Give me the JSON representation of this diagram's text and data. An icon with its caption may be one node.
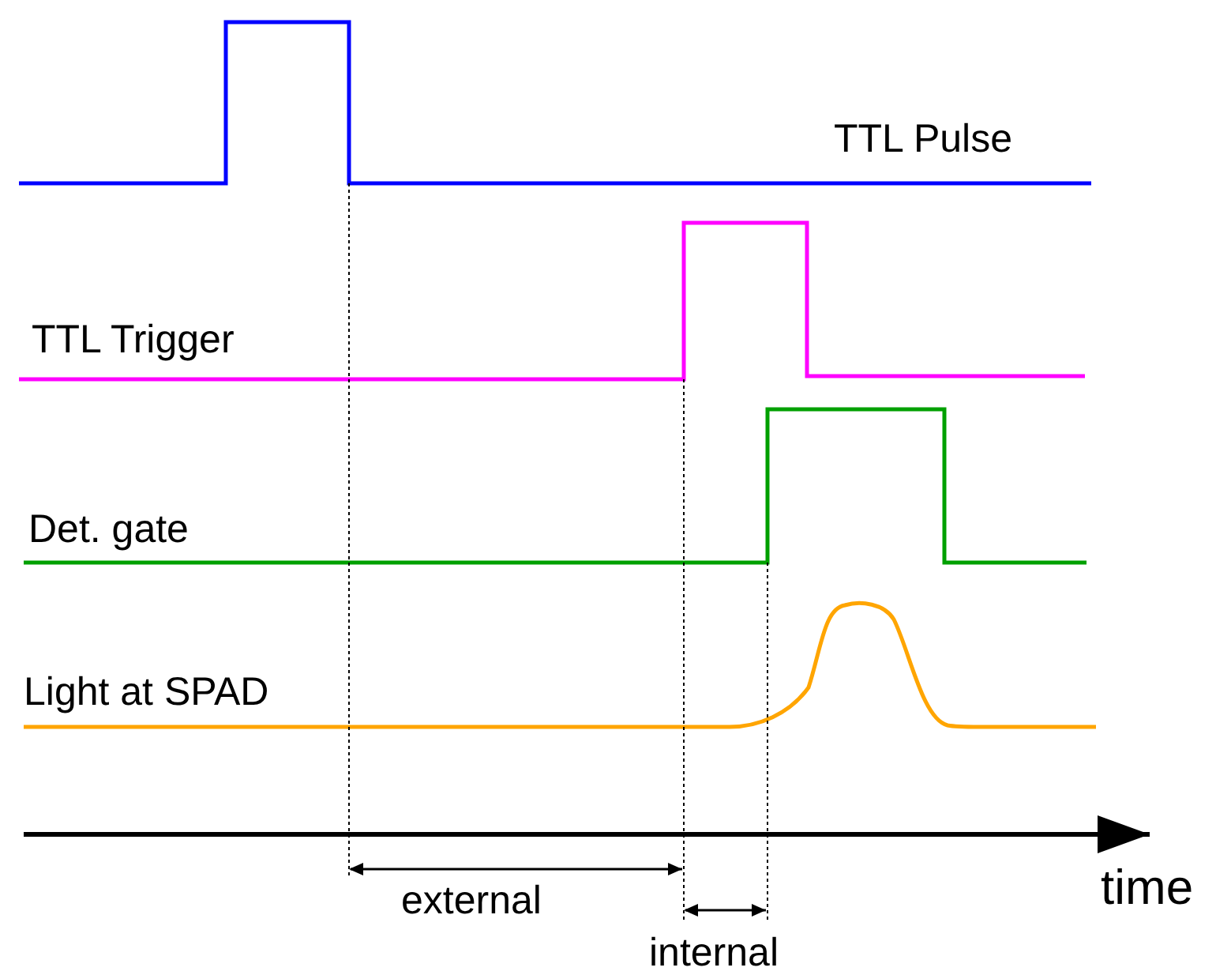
{
  "diagram": {
    "labels": [
      "TTL Pulse",
      "TTL Trigger",
      "Det. gate",
      "Light at SPAD",
      "time",
      "external",
      "internal"
    ]
  }
}
